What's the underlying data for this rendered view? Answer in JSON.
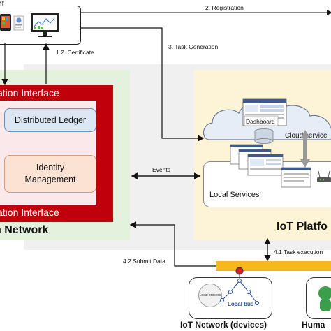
{
  "device": {
    "title": "nt"
  },
  "steps": {
    "registration": "2. Registration",
    "certificate": "1.2. Certificate",
    "task_generation": "3. Task Generation",
    "events": "Events",
    "task_execution": "4.1 Task execution",
    "submit_data": "4.2 Submit Data"
  },
  "blockchain": {
    "title": "n Network",
    "top_interface": "ation Interface",
    "bottom_interface": "ation Interface",
    "ledger": "Distributed Ledger",
    "identity_line1": "Identity",
    "identity_line2": "Management"
  },
  "iot_platform": {
    "title": "IoT Platfo",
    "dashboard": "Dashboard",
    "cloud_services": "Cloud service",
    "local_services": "Local Services"
  },
  "iot_network": {
    "title": "IoT Network (devices)",
    "local_process": "Local process",
    "local_bus": "Local bus"
  },
  "human": {
    "title": "Huma"
  },
  "colors": {
    "frame_red": "#c0000a",
    "blockchain_green": "#e3f1dd",
    "iot_yellow": "#fdf3d6",
    "bus_orange": "#f6b81c",
    "bus_blue": "#2a55a0"
  }
}
